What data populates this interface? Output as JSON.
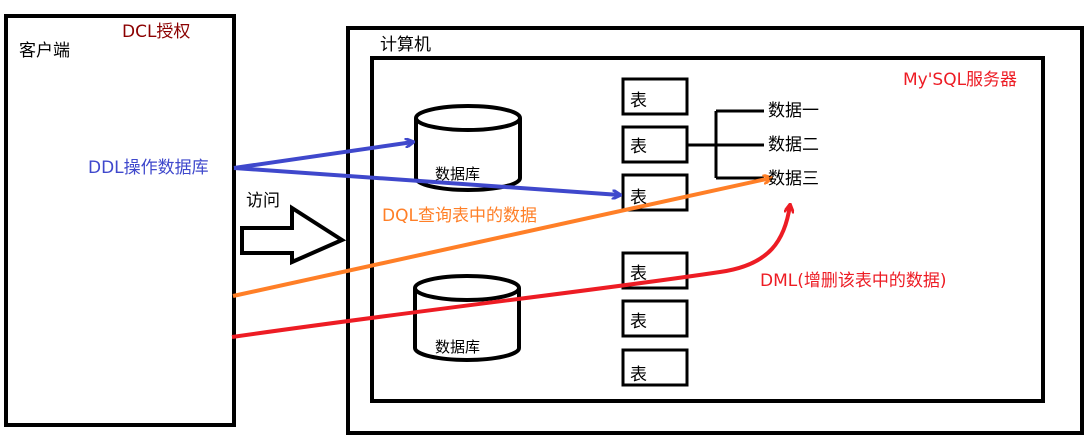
{
  "client": {
    "label": "客户端"
  },
  "dcl": {
    "label": "DCL授权"
  },
  "computer": {
    "label": "计算机"
  },
  "server": {
    "label": "My'SQL服务器"
  },
  "database_label": "数据库",
  "table_label": "表",
  "rows": [
    "数据一",
    "数据二",
    "数据三"
  ],
  "access": {
    "label": "访问"
  },
  "ddl": {
    "label": "DDL操作数据库"
  },
  "dql": {
    "label": "DQL查询表中的数据"
  },
  "dml": {
    "label": "DML(增删该表中的数据)"
  },
  "colors": {
    "frame": "#000000",
    "dcl": "#8b0000",
    "ddl": "#3f48cc",
    "dql": "#ff7f27",
    "dml": "#ed1c24"
  }
}
